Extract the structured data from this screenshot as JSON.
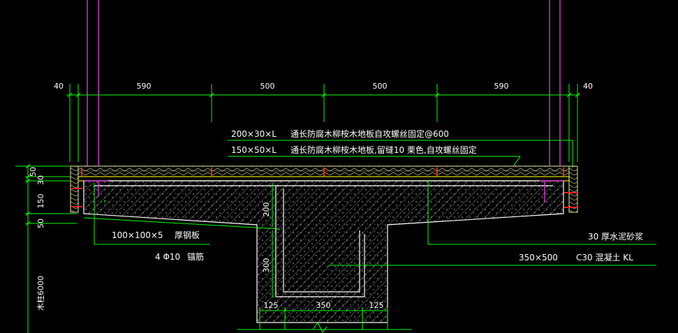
{
  "colors": {
    "background": "#000000",
    "dimension": "#00ff00",
    "annotation": "#ffffff",
    "column": "#cc33cc",
    "timber_deck": "#e8e8a0",
    "concrete_hatch": "#bfbfbf",
    "mortar": "#e6e600",
    "leader": "#00e6e6",
    "bolt": "#ff2020"
  },
  "icons": [
    "bolt-icon",
    "break-line-icon"
  ],
  "top_dimensions": [
    "40",
    "590",
    "500",
    "500",
    "590",
    "40"
  ],
  "left_dimensions": [
    "50",
    "30",
    "150",
    "50"
  ],
  "left_note": "木柱6000",
  "inner_dimensions": {
    "rib_depth": "200",
    "stem_depth": "300",
    "bottom_left": "125",
    "bottom_center": "350",
    "bottom_right": "125"
  },
  "labels": {
    "top_board_size": "200×30×L",
    "top_board_desc": "通长防腐木柳桉木地板自攻螺丝固定@600",
    "lower_board_size": "150×50×L",
    "lower_board_desc": "通长防腐木柳桉木地板,留缝10  栗色,自攻螺丝固定",
    "plate_size": "100×100×5",
    "plate_desc": "厚钢板",
    "anchor_size": "4 Φ10",
    "anchor_desc": "锚筋",
    "mortar_desc": "30  厚水泥砂浆",
    "beam_size": "350×500",
    "beam_desc": "C30  混凝土 KL"
  }
}
